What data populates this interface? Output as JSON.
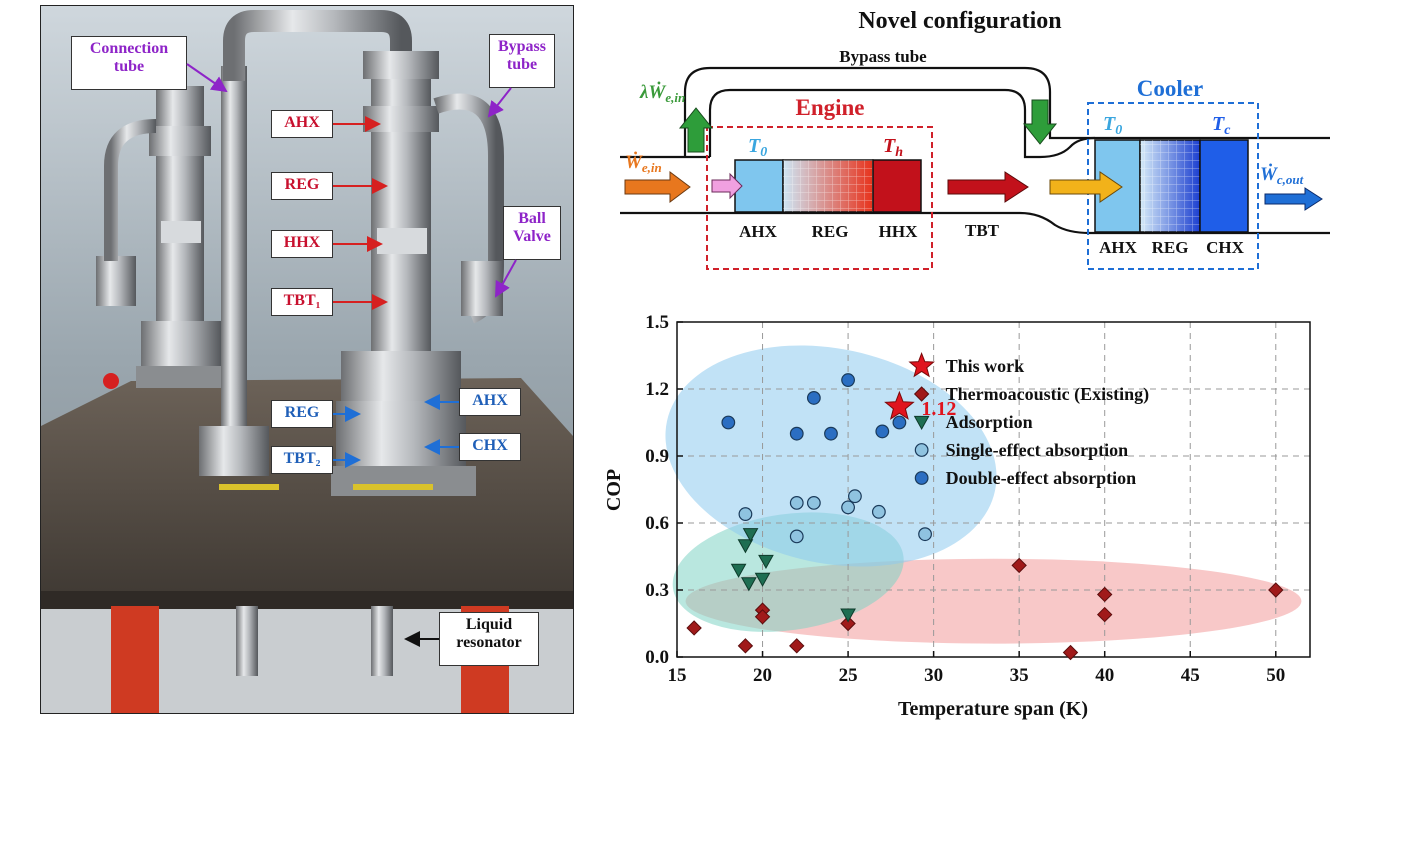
{
  "photo_labels": {
    "connection_tube": [
      "Connection",
      "tube"
    ],
    "bypass_tube": [
      "Bypass",
      "tube"
    ],
    "ball_valve": [
      "Ball",
      "Valve"
    ],
    "liquid_resonator": [
      "Liquid",
      "resonator"
    ],
    "ahx_top": "AHX",
    "reg_top": "REG",
    "hhx": "HHX",
    "tbt1": "TBT₁",
    "reg_bottom": "REG",
    "tbt2": "TBT₂",
    "ahx_bottom": "AHX",
    "chx": "CHX"
  },
  "schematic": {
    "title": "Novel configuration",
    "bypass_tube": "Bypass tube",
    "engine": "Engine",
    "cooler": "Cooler",
    "lambda_w_main": "λẆ",
    "lambda_w_sub": "e,in",
    "w_in_main": "Ẇ",
    "w_in_sub": "e,in",
    "w_out_main": "Ẇ",
    "w_out_sub": "c,out",
    "t0_engine_main": "T",
    "t0_engine_sub": "0",
    "th_main": "T",
    "th_sub": "h",
    "t0_cooler_main": "T",
    "t0_cooler_sub": "0",
    "tc_main": "T",
    "tc_sub": "c",
    "engine_ahx": "AHX",
    "engine_reg": "REG",
    "engine_hhx": "HHX",
    "tbt": "TBT",
    "cooler_ahx": "AHX",
    "cooler_reg": "REG",
    "cooler_chx": "CHX"
  },
  "chart_data": {
    "type": "scatter",
    "xlabel": "Temperature span (K)",
    "ylabel": "COP",
    "xlim": [
      15,
      52
    ],
    "ylim": [
      0,
      1.5
    ],
    "xticks": [
      15,
      20,
      25,
      30,
      35,
      40,
      45,
      50
    ],
    "yticks": [
      0.0,
      0.3,
      0.6,
      0.9,
      1.2,
      1.5
    ],
    "ytick_labels": [
      "0.0",
      "0.3",
      "0.6",
      "0.9",
      "1.2",
      "1.5"
    ],
    "grid": true,
    "legend_position": "top-right",
    "annotation": {
      "text": "1.12",
      "x": 28,
      "y": 1.12
    },
    "series": [
      {
        "name": "This work",
        "marker": "star",
        "color": "#e0141e",
        "points": [
          [
            28,
            1.12
          ]
        ]
      },
      {
        "name": "Thermoacoustic (Existing)",
        "marker": "diamond",
        "color": "#a01a1a",
        "points": [
          [
            16,
            0.13
          ],
          [
            19,
            0.05
          ],
          [
            20,
            0.21
          ],
          [
            20,
            0.18
          ],
          [
            22,
            0.05
          ],
          [
            25,
            0.15
          ],
          [
            35,
            0.41
          ],
          [
            38,
            0.02
          ],
          [
            40,
            0.28
          ],
          [
            40,
            0.19
          ],
          [
            50,
            0.3
          ]
        ]
      },
      {
        "name": "Adsorption",
        "marker": "triangle-down",
        "color": "#1e6e52",
        "points": [
          [
            19,
            0.5
          ],
          [
            19.3,
            0.55
          ],
          [
            20.2,
            0.43
          ],
          [
            18.6,
            0.39
          ],
          [
            19.2,
            0.33
          ],
          [
            20,
            0.35
          ],
          [
            25,
            0.19
          ]
        ]
      },
      {
        "name": "Single-effect absorption",
        "marker": "circle",
        "color": "#8fc3e0",
        "points": [
          [
            19,
            0.64
          ],
          [
            22,
            0.54
          ],
          [
            22,
            0.69
          ],
          [
            23,
            0.69
          ],
          [
            25,
            0.67
          ],
          [
            25.4,
            0.72
          ],
          [
            26.8,
            0.65
          ],
          [
            29.5,
            0.55
          ]
        ]
      },
      {
        "name": "Double-effect absorption",
        "marker": "circle",
        "color": "#2b6ec2",
        "points": [
          [
            18,
            1.05
          ],
          [
            22,
            1.0
          ],
          [
            23,
            1.16
          ],
          [
            24,
            1.0
          ],
          [
            25,
            1.24
          ],
          [
            27,
            1.01
          ],
          [
            28,
            1.05
          ]
        ]
      }
    ],
    "regions": [
      {
        "series": "Thermoacoustic (Existing)",
        "color": "#f29a9a",
        "cx": 33.5,
        "cy": 0.25,
        "rx": 18,
        "ry": 0.19,
        "rotate": 0
      },
      {
        "series": "Adsorption",
        "color": "#7fd3c4",
        "cx": 21.5,
        "cy": 0.38,
        "rx": 6.8,
        "ry": 0.26,
        "rotate": -8
      },
      {
        "series": "Single-effect absorption",
        "color": "#8ecbef",
        "cx": 24,
        "cy": 0.9,
        "rx": 9.8,
        "ry": 0.48,
        "rotate": 12
      }
    ]
  }
}
